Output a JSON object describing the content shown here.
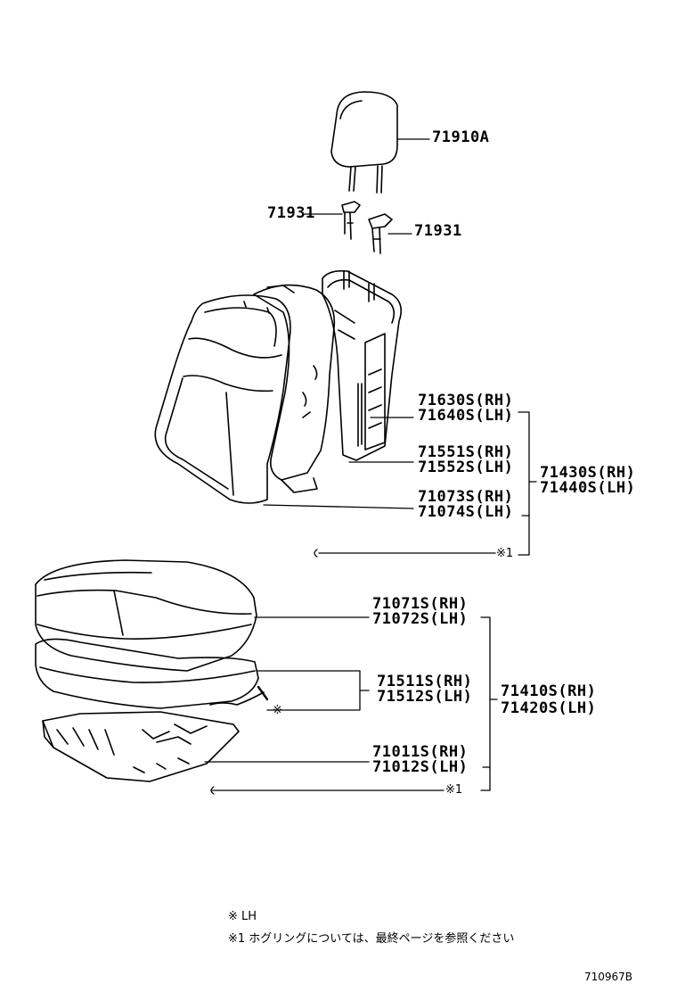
{
  "parts": {
    "p71910A": "71910A",
    "p71931_left": "71931",
    "p71931_right": "71931",
    "p71630S": "71630S(RH)",
    "p71640S": "71640S(LH)",
    "p71551S": "71551S(RH)",
    "p71552S": "71552S(LH)",
    "p71073S": "71073S(RH)",
    "p71074S": "71074S(LH)",
    "p71430S": "71430S(RH)",
    "p71440S": "71440S(LH)",
    "p71071S": "71071S(RH)",
    "p71072S": "71072S(LH)",
    "p71511S": "71511S(RH)",
    "p71512S": "71512S(LH)",
    "p71410S": "71410S(RH)",
    "p71420S": "71420S(LH)",
    "p71011S": "71011S(RH)",
    "p71012S": "71012S(LH)"
  },
  "refs": {
    "hog_ref_back": "※1",
    "hog_ref_cushion": "※1",
    "lh_mark": "※"
  },
  "legend": {
    "lh_note": "※  LH",
    "hog_note": "※1  ホグリングについては、最終ページを参照ください"
  },
  "diagram_id": "710967B"
}
